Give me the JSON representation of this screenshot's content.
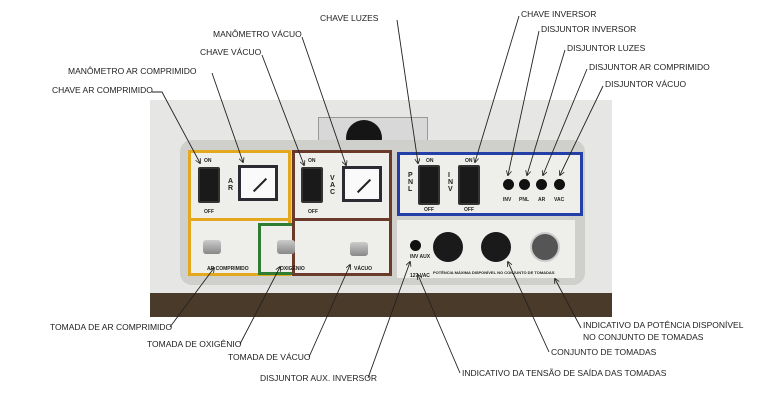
{
  "labels_top": {
    "chave_luzes": "CHAVE LUZES",
    "manometro_vacuo": "MANÔMETRO VÁCUO",
    "chave_vacuo": "CHAVE VÁCUO",
    "manometro_ar": "MANÔMETRO AR COMPRIMIDO",
    "chave_ar": "CHAVE AR COMPRIMIDO",
    "chave_inversor": "CHAVE INVERSOR",
    "disjuntor_inversor": "DISJUNTOR INVERSOR",
    "disjuntor_luzes": "DISJUNTOR LUZES",
    "disjuntor_ar": "DISJUNTOR AR COMPRIMIDO",
    "disjuntor_vacuo": "DISJUNTOR VÁCUO"
  },
  "labels_bottom": {
    "tomada_ar": "TOMADA DE AR COMPRIMIDO",
    "tomada_oxigenio": "TOMADA DE OXIGÊNIO",
    "tomada_vacuo": "TOMADA DE VÁCUO",
    "disjuntor_aux": "DISJUNTOR AUX. INVERSOR",
    "indicativo_tensao": "INDICATIVO DA TENSÃO DE SAÍDA DAS TOMADAS",
    "conjunto_tomadas": "CONJUNTO DE TOMADAS",
    "indicativo_potencia_1": "INDICATIVO DA POTÊNCIA DISPONÍVEL",
    "indicativo_potencia_2": "NO CONJUNTO DE TOMADAS"
  },
  "panel": {
    "on": "ON",
    "off": "OFF",
    "ar": "A R",
    "vac": "V A C",
    "pnl": "P N L",
    "inv": "I N V",
    "brk_inv": "INV",
    "brk_pnl": "PNL",
    "brk_ar": "AR",
    "brk_vac": "VAC",
    "ar_comprimido": "AR COMPRIMIDO",
    "oxigenio": "OXIGÊNIO",
    "vacuo": "VÁCUO",
    "inv_aux": "INV AUX",
    "tensao": "127 VAC",
    "potencia": "POTÊNCIA MÁXIMA DISPONÍVEL NO CONJUNTO DE TOMADAS"
  }
}
